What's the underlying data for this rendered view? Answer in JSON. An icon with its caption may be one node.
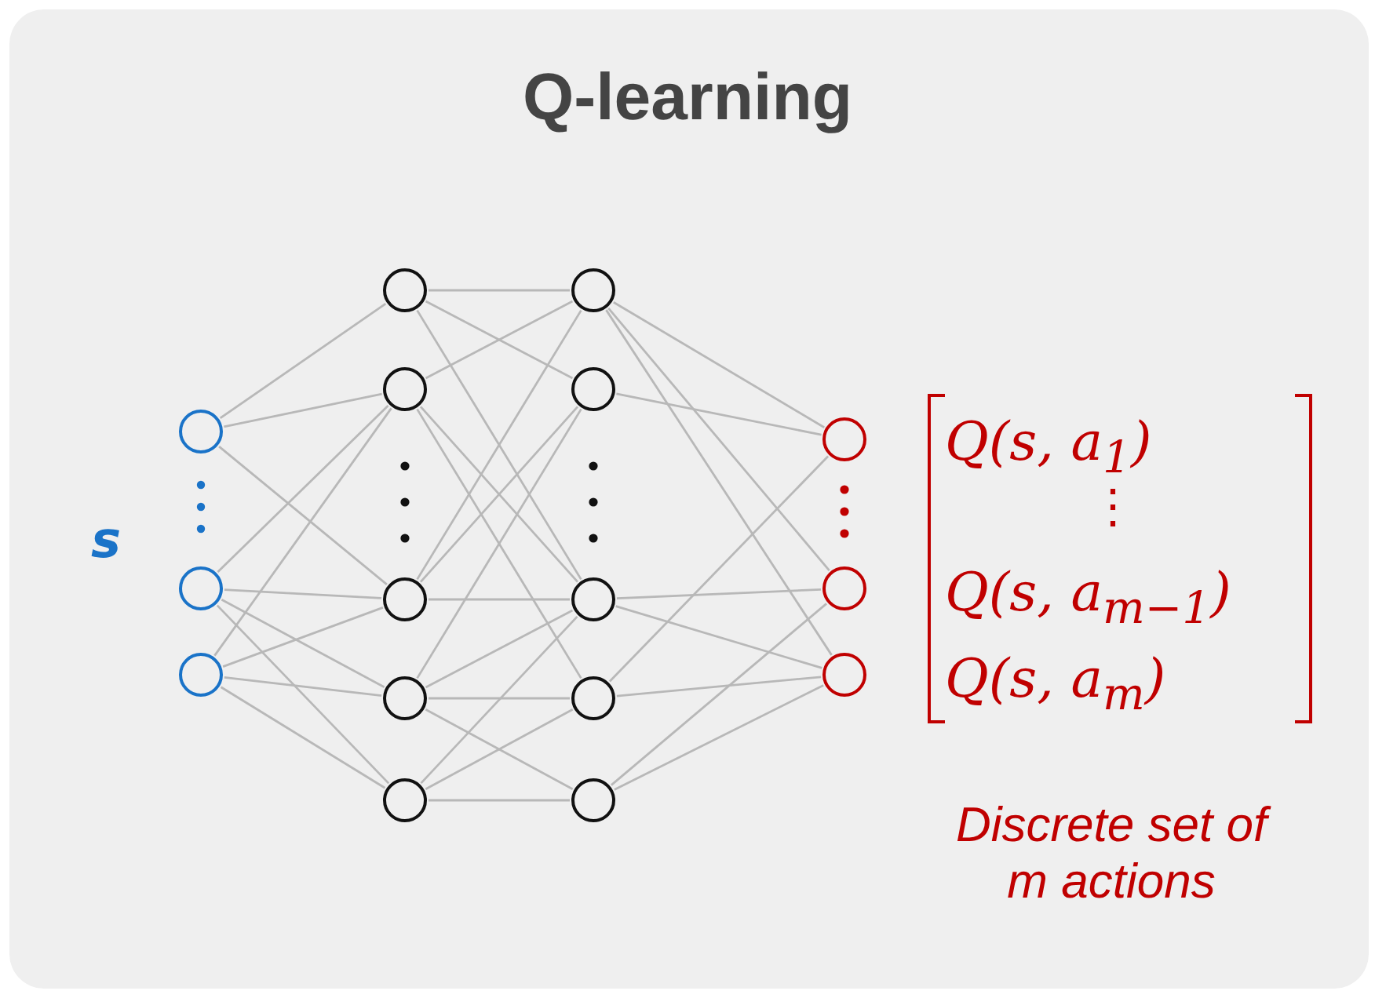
{
  "diagram": {
    "title": "Q-learning",
    "nodes": [
      {
        "text": [],
        "shape": "circle"
      },
      {
        "text": [],
        "shape": "circle"
      },
      {
        "text": [],
        "shape": "circle"
      },
      {
        "text": [],
        "shape": "circle"
      },
      {
        "text": [],
        "shape": "circle"
      },
      {
        "text": [],
        "shape": "circle"
      },
      {
        "text": [],
        "shape": "circle"
      },
      {
        "text": [],
        "shape": "circle"
      },
      {
        "text": [],
        "shape": "circle"
      },
      {
        "text": [],
        "shape": "circle"
      },
      {
        "text": [],
        "shape": "circle"
      },
      {
        "text": [],
        "shape": "circle"
      },
      {
        "text": [],
        "shape": "circle"
      },
      {
        "text": [],
        "shape": "circle"
      },
      {
        "text": [],
        "shape": "circle"
      },
      {
        "text": [],
        "shape": "circle"
      }
    ],
    "edges": [
      {
        "from": 0,
        "to": 3,
        "arrow": "none"
      },
      {
        "from": 0,
        "to": 4,
        "arrow": "none"
      },
      {
        "from": 0,
        "to": 5,
        "arrow": "none"
      },
      {
        "from": 1,
        "to": 4,
        "arrow": "none"
      },
      {
        "from": 1,
        "to": 5,
        "arrow": "none"
      },
      {
        "from": 1,
        "to": 6,
        "arrow": "none"
      },
      {
        "from": 1,
        "to": 7,
        "arrow": "none"
      },
      {
        "from": 2,
        "to": 4,
        "arrow": "none"
      },
      {
        "from": 2,
        "to": 5,
        "arrow": "none"
      },
      {
        "from": 2,
        "to": 6,
        "arrow": "none"
      },
      {
        "from": 2,
        "to": 7,
        "arrow": "none"
      },
      {
        "from": 3,
        "to": 8,
        "arrow": "none"
      },
      {
        "from": 3,
        "to": 9,
        "arrow": "none"
      },
      {
        "from": 3,
        "to": 10,
        "arrow": "none"
      },
      {
        "from": 4,
        "to": 8,
        "arrow": "none"
      },
      {
        "from": 4,
        "to": 10,
        "arrow": "none"
      },
      {
        "from": 4,
        "to": 11,
        "arrow": "none"
      },
      {
        "from": 5,
        "to": 8,
        "arrow": "none"
      },
      {
        "from": 5,
        "to": 9,
        "arrow": "none"
      },
      {
        "from": 5,
        "to": 10,
        "arrow": "none"
      },
      {
        "from": 6,
        "to": 9,
        "arrow": "none"
      },
      {
        "from": 6,
        "to": 10,
        "arrow": "none"
      },
      {
        "from": 6,
        "to": 11,
        "arrow": "none"
      },
      {
        "from": 6,
        "to": 12,
        "arrow": "none"
      },
      {
        "from": 7,
        "to": 10,
        "arrow": "none"
      },
      {
        "from": 7,
        "to": 11,
        "arrow": "none"
      },
      {
        "from": 7,
        "to": 12,
        "arrow": "none"
      },
      {
        "from": 8,
        "to": 13,
        "arrow": "none"
      },
      {
        "from": 8,
        "to": 14,
        "arrow": "none"
      },
      {
        "from": 8,
        "to": 15,
        "arrow": "none"
      },
      {
        "from": 9,
        "to": 13,
        "arrow": "none"
      },
      {
        "from": 10,
        "to": 14,
        "arrow": "none"
      },
      {
        "from": 10,
        "to": 15,
        "arrow": "none"
      },
      {
        "from": 11,
        "to": 13,
        "arrow": "none"
      },
      {
        "from": 11,
        "to": 15,
        "arrow": "none"
      },
      {
        "from": 12,
        "to": 14,
        "arrow": "none"
      },
      {
        "from": 12,
        "to": 15,
        "arrow": "none"
      }
    ],
    "labels": [
      "s",
      "Q(s, a$_{1}$)",
      "⋮",
      "Q(s, a$_{m−1}$)",
      "Q(s, a$_{m}$)",
      "Discrete set of m actions"
    ]
  }
}
